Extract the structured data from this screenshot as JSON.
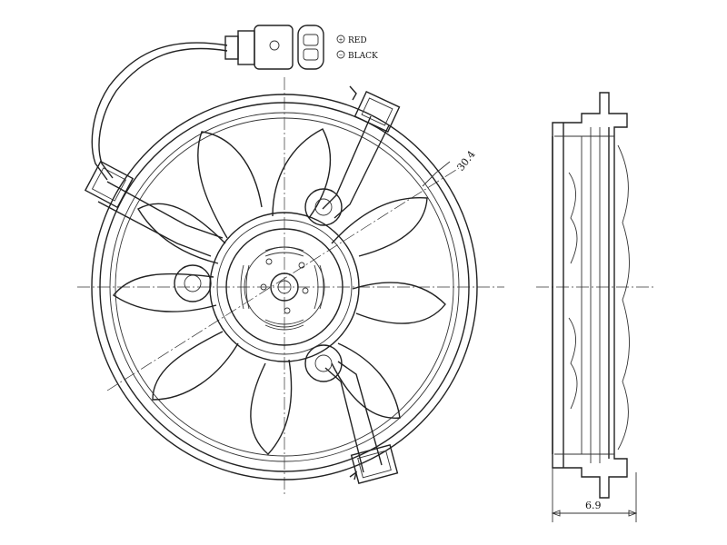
{
  "legend": {
    "items": [
      {
        "symbol": "+",
        "label": "RED"
      },
      {
        "symbol": "−",
        "label": "BLACK"
      }
    ]
  },
  "dimensions": {
    "angle_label": "30.4",
    "depth_label": "6.9"
  },
  "colors": {
    "line": "#222222",
    "background": "#ffffff"
  }
}
